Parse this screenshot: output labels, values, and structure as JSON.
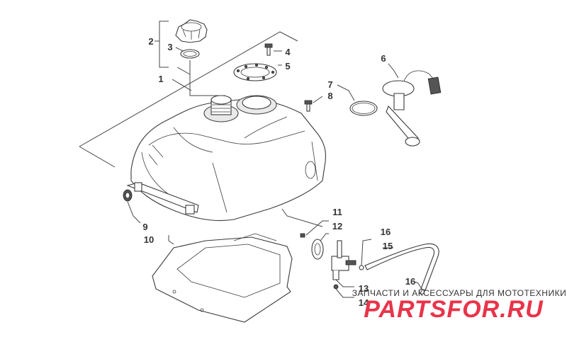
{
  "callouts": [
    {
      "id": "c1",
      "label": "1"
    },
    {
      "id": "c2",
      "label": "2"
    },
    {
      "id": "c3",
      "label": "3"
    },
    {
      "id": "c4",
      "label": "4"
    },
    {
      "id": "c5",
      "label": "5"
    },
    {
      "id": "c6",
      "label": "6"
    },
    {
      "id": "c7",
      "label": "7"
    },
    {
      "id": "c8",
      "label": "8"
    },
    {
      "id": "c9",
      "label": "9"
    },
    {
      "id": "c10",
      "label": "10"
    },
    {
      "id": "c11",
      "label": "11"
    },
    {
      "id": "c12",
      "label": "12"
    },
    {
      "id": "c13",
      "label": "13"
    },
    {
      "id": "c14",
      "label": "14"
    },
    {
      "id": "c15",
      "label": "15"
    },
    {
      "id": "c16a",
      "label": "16"
    },
    {
      "id": "c16b",
      "label": "16"
    }
  ],
  "watermark": {
    "subtitle": "ЗАПЧАСТИ И АКСЕССУАРЫ ДЛЯ МОТОТЕХНИКИ",
    "brand": "PARTSFOR.RU",
    "brand_color": "#e8344a"
  }
}
